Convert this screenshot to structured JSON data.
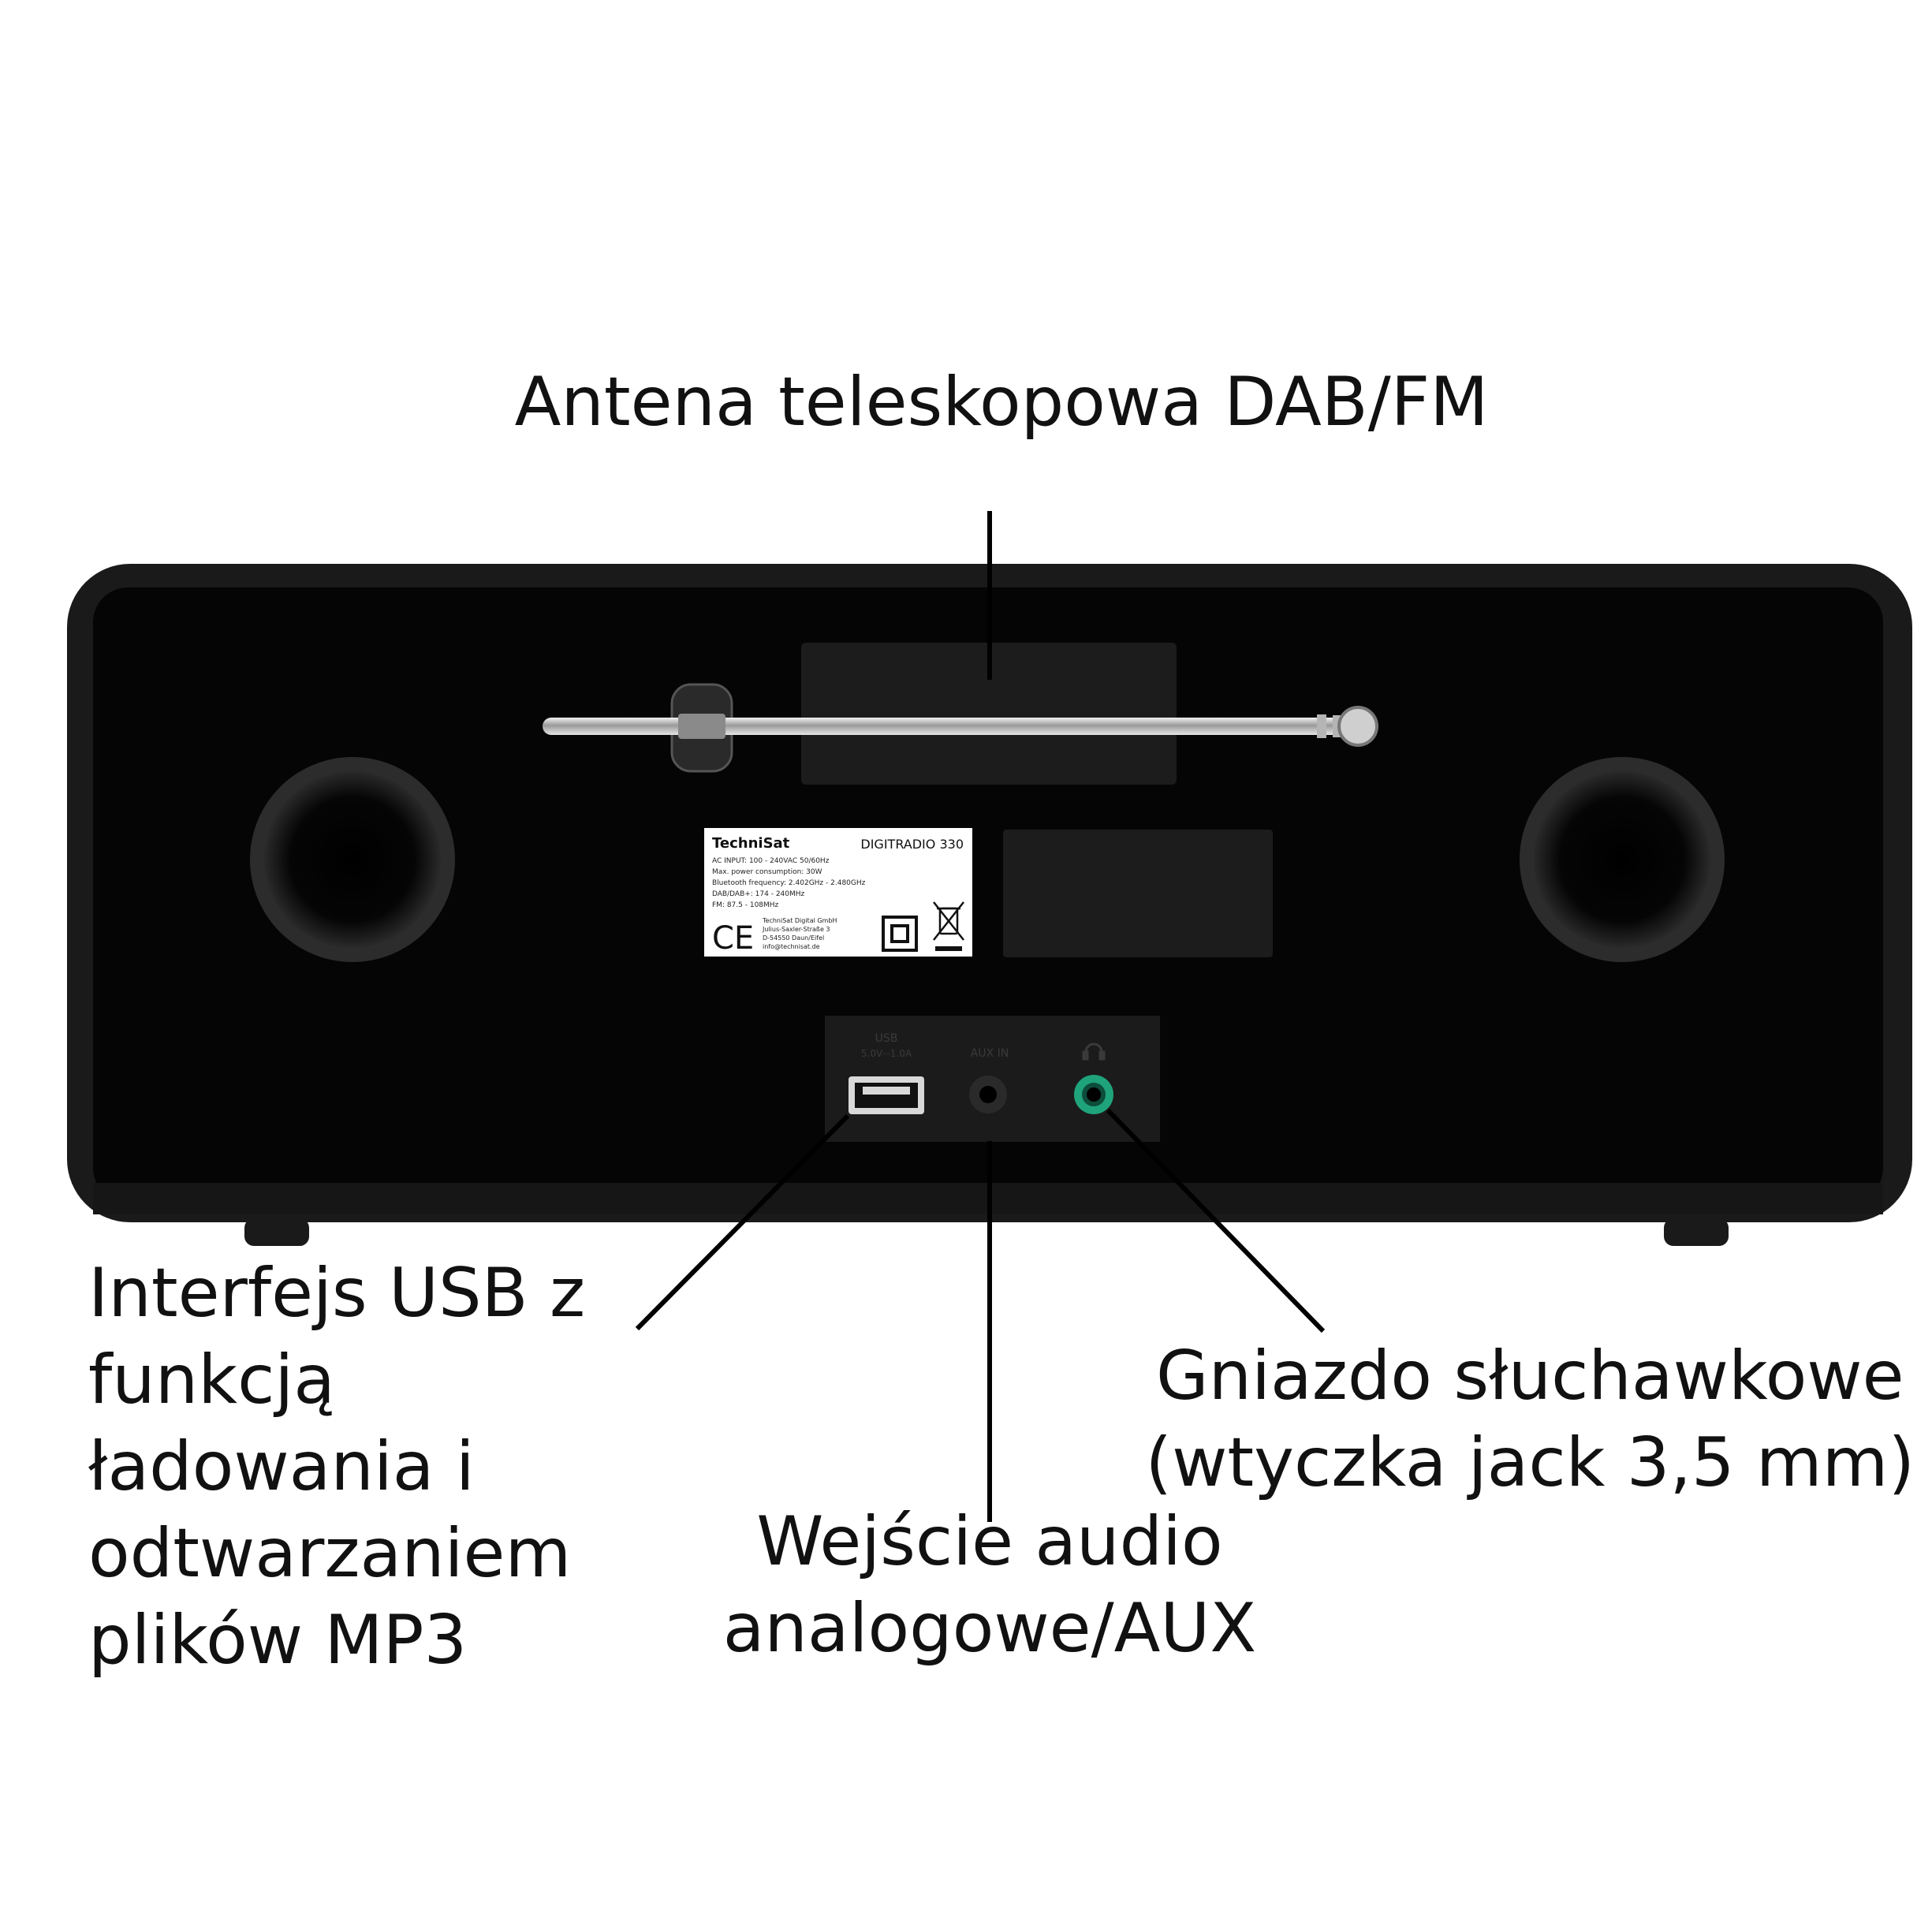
{
  "callouts": {
    "antenna": {
      "lines": [
        "Antena teleskopowa DAB/FM"
      ]
    },
    "usb": {
      "lines": [
        "Interfejs USB z",
        "funkcją",
        "ładowania i",
        "odtwarzaniem",
        "plików MP3"
      ]
    },
    "aux": {
      "lines": [
        "Wejście audio",
        "analogowe/AUX"
      ]
    },
    "headphone": {
      "lines": [
        "Gniazdo słuchawkowe",
        "(wtyczka jack 3,5 mm)"
      ]
    }
  },
  "device": {
    "brand": "TechniSat",
    "model": "DIGITRADIO 330",
    "label_lines": [
      "AC INPUT: 100 - 240VAC  50/60Hz",
      "Max. power consumption: 30W",
      "Bluetooth frequency: 2.402GHz - 2.480GHz",
      "DAB/DAB+: 174 - 240MHz",
      "FM: 87.5 - 108MHz"
    ],
    "address_lines": [
      "TechniSat Digital GmbH",
      "Julius-Saxler-Straße 3",
      "D-54550 Daun/Eifel",
      "info@technisat.de"
    ],
    "ce_mark": "CE",
    "port_labels": {
      "usb": [
        "USB",
        "5.0V⎓1.0A"
      ],
      "aux": "AUX IN",
      "headphone": "headphone-icon"
    },
    "icons": [
      "ce-mark-icon",
      "double-insulation-icon",
      "weee-bin-icon"
    ],
    "colors": {
      "cabinet": "#1a1a1a",
      "panel": "#050505",
      "antenna": "#c8c8c8",
      "headphone_ring": "#1fa37a"
    }
  }
}
